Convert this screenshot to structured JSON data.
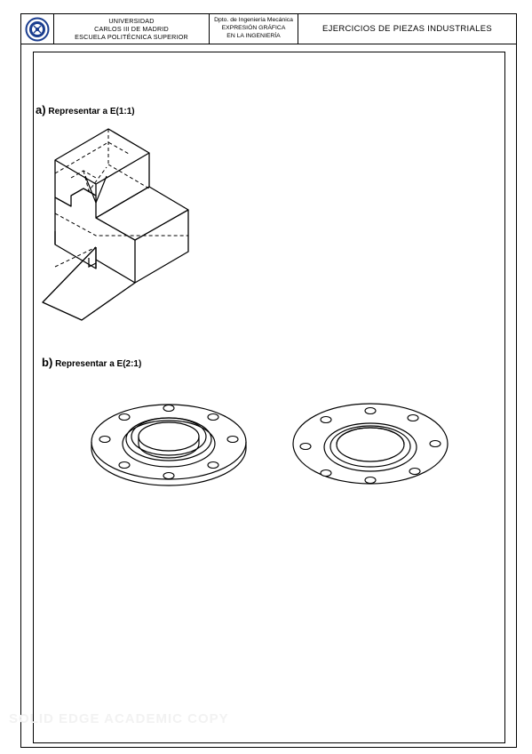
{
  "header": {
    "university": [
      "UNIVERSIDAD",
      "CARLOS III DE MADRID",
      "ESCUELA POLITÉCNICA SUPERIOR"
    ],
    "department": [
      "Dpto. de Ingeniería Mecánica",
      "EXPRESIÓN GRÁFICA",
      "EN LA INGENIERÍA"
    ],
    "title": "EJERCICIOS DE PIEZAS INDUSTRIALES"
  },
  "exercises": [
    {
      "key": "a)",
      "text": "Representar a E(1:1)"
    },
    {
      "key": "b)",
      "text": "Representar a E(2:1)"
    }
  ],
  "watermark": "SOLID EDGE ACADEMIC COPY"
}
